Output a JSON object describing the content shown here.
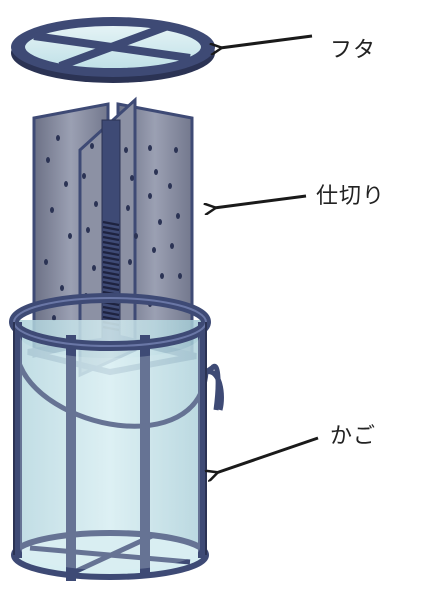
{
  "labels": {
    "lid": "フタ",
    "divider": "仕切り",
    "basket": "かご"
  },
  "colors": {
    "frame": "#3e4a75",
    "frame_dark": "#2b3354",
    "frame_light": "#6a77a6",
    "glass": "#c7e4ea",
    "glass_light": "#dff0f3",
    "mesh": "#7d8296",
    "arrow": "#1a1a1a"
  },
  "parts": [
    {
      "id": "lid",
      "icon": "lid-icon"
    },
    {
      "id": "divider",
      "icon": "divider-icon"
    },
    {
      "id": "basket",
      "icon": "basket-icon"
    }
  ]
}
